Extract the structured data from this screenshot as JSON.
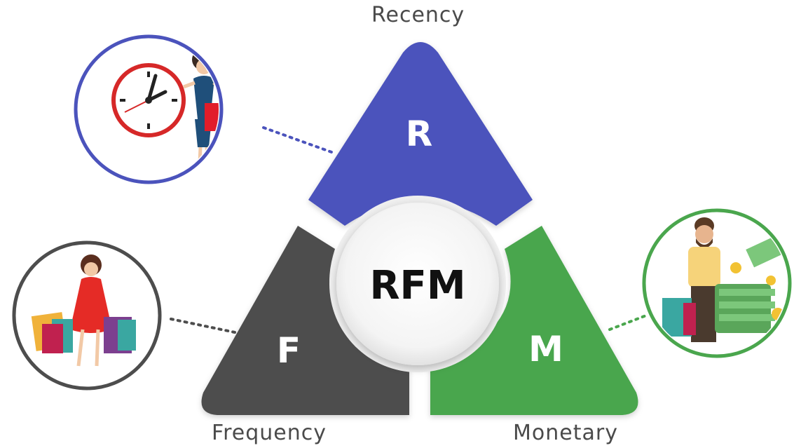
{
  "labels": {
    "recency": "Recency",
    "frequency": "Frequency",
    "monetary": "Monetary"
  },
  "segments": {
    "r_letter": "R",
    "f_letter": "F",
    "m_letter": "M",
    "center": "RFM"
  },
  "colors": {
    "recency": "#4b53bc",
    "frequency": "#4d4d4d",
    "monetary": "#4aa64d",
    "recency_ring": "#4b53bc",
    "frequency_ring": "#4d4d4d",
    "monetary_ring": "#4aa64d"
  },
  "icons": {
    "recency": "woman-with-clock-icon",
    "frequency": "woman-with-shopping-bags-icon",
    "monetary": "man-with-money-icon"
  }
}
